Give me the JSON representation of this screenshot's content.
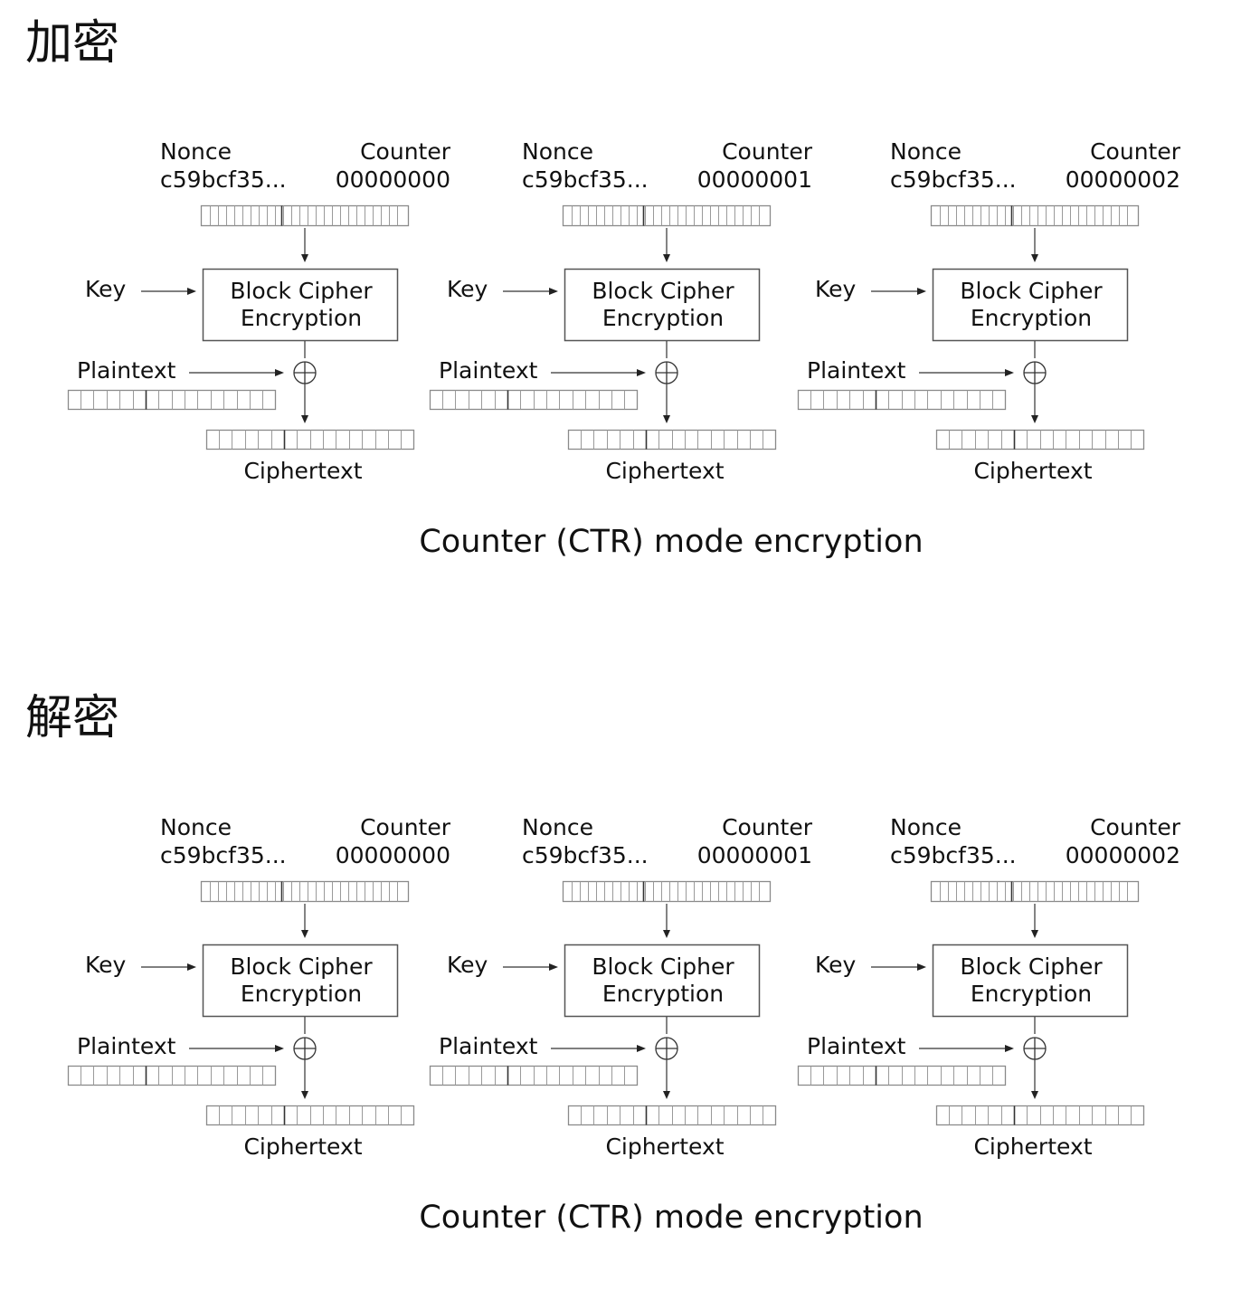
{
  "sections": [
    {
      "heading": "加密",
      "caption": "Counter (CTR) mode encryption",
      "stages": [
        {
          "nonce_label": "Nonce",
          "nonce_value": "c59bcf35...",
          "counter_label": "Counter",
          "counter_value": "00000000",
          "key_label": "Key",
          "cipher_line1": "Block Cipher",
          "cipher_line2": "Encryption",
          "plaintext_label": "Plaintext",
          "ciphertext_label": "Ciphertext"
        },
        {
          "nonce_label": "Nonce",
          "nonce_value": "c59bcf35...",
          "counter_label": "Counter",
          "counter_value": "00000001",
          "key_label": "Key",
          "cipher_line1": "Block Cipher",
          "cipher_line2": "Encryption",
          "plaintext_label": "Plaintext",
          "ciphertext_label": "Ciphertext"
        },
        {
          "nonce_label": "Nonce",
          "nonce_value": "c59bcf35...",
          "counter_label": "Counter",
          "counter_value": "00000002",
          "key_label": "Key",
          "cipher_line1": "Block Cipher",
          "cipher_line2": "Encryption",
          "plaintext_label": "Plaintext",
          "ciphertext_label": "Ciphertext"
        }
      ]
    },
    {
      "heading": "解密",
      "caption": "Counter (CTR) mode encryption",
      "stages": [
        {
          "nonce_label": "Nonce",
          "nonce_value": "c59bcf35...",
          "counter_label": "Counter",
          "counter_value": "00000000",
          "key_label": "Key",
          "cipher_line1": "Block Cipher",
          "cipher_line2": "Encryption",
          "plaintext_label": "Plaintext",
          "ciphertext_label": "Ciphertext"
        },
        {
          "nonce_label": "Nonce",
          "nonce_value": "c59bcf35...",
          "counter_label": "Counter",
          "counter_value": "00000001",
          "key_label": "Key",
          "cipher_line1": "Block Cipher",
          "cipher_line2": "Encryption",
          "plaintext_label": "Plaintext",
          "ciphertext_label": "Ciphertext"
        },
        {
          "nonce_label": "Nonce",
          "nonce_value": "c59bcf35...",
          "counter_label": "Counter",
          "counter_value": "00000002",
          "key_label": "Key",
          "cipher_line1": "Block Cipher",
          "cipher_line2": "Encryption",
          "plaintext_label": "Plaintext",
          "ciphertext_label": "Ciphertext"
        }
      ]
    }
  ]
}
